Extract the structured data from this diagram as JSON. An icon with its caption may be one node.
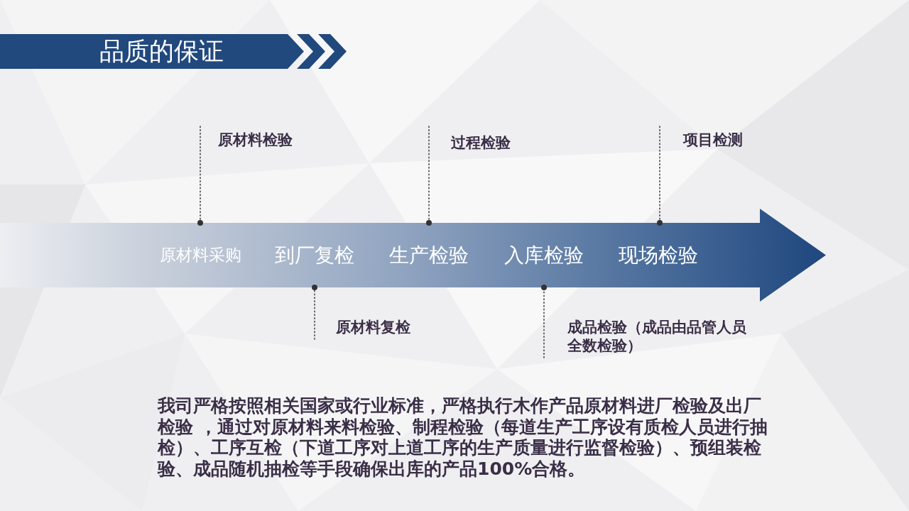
{
  "diagram": {
    "title": "品质的保证",
    "nodes": [
      {
        "text": [
          "原材料检验"
        ]
      },
      {
        "text": [
          "过程检验"
        ]
      },
      {
        "text": [
          "项目检测"
        ]
      },
      {
        "text": [
          "原材料采购",
          "到厂复检",
          "生产检验",
          "入库检验",
          "现场检验"
        ]
      },
      {
        "text": [
          "原材料复检"
        ]
      },
      {
        "text": [
          "成品检验（成品由品管人员全数检验）"
        ]
      }
    ],
    "edges": [
      {
        "from": 0,
        "to": 3,
        "arrow": "other"
      },
      {
        "from": 1,
        "to": 3,
        "arrow": "other"
      },
      {
        "from": 2,
        "to": 3,
        "arrow": "other"
      },
      {
        "from": 4,
        "to": 3,
        "arrow": "other"
      },
      {
        "from": 5,
        "to": 3,
        "arrow": "other"
      }
    ],
    "labels": [
      "我司严格按照相关国家或行业标准，严格执行木作产品原材料进厂检验及出厂检验 ，通过对原材料来料检验、制程检验（每道生产工序设有质检人员进行抽检）、工序互检（下道工序对上道工序的生产质量进行监督检验）、预组装检验、成品随机抽检等手段确保出库的产品100%合格。"
    ]
  }
}
